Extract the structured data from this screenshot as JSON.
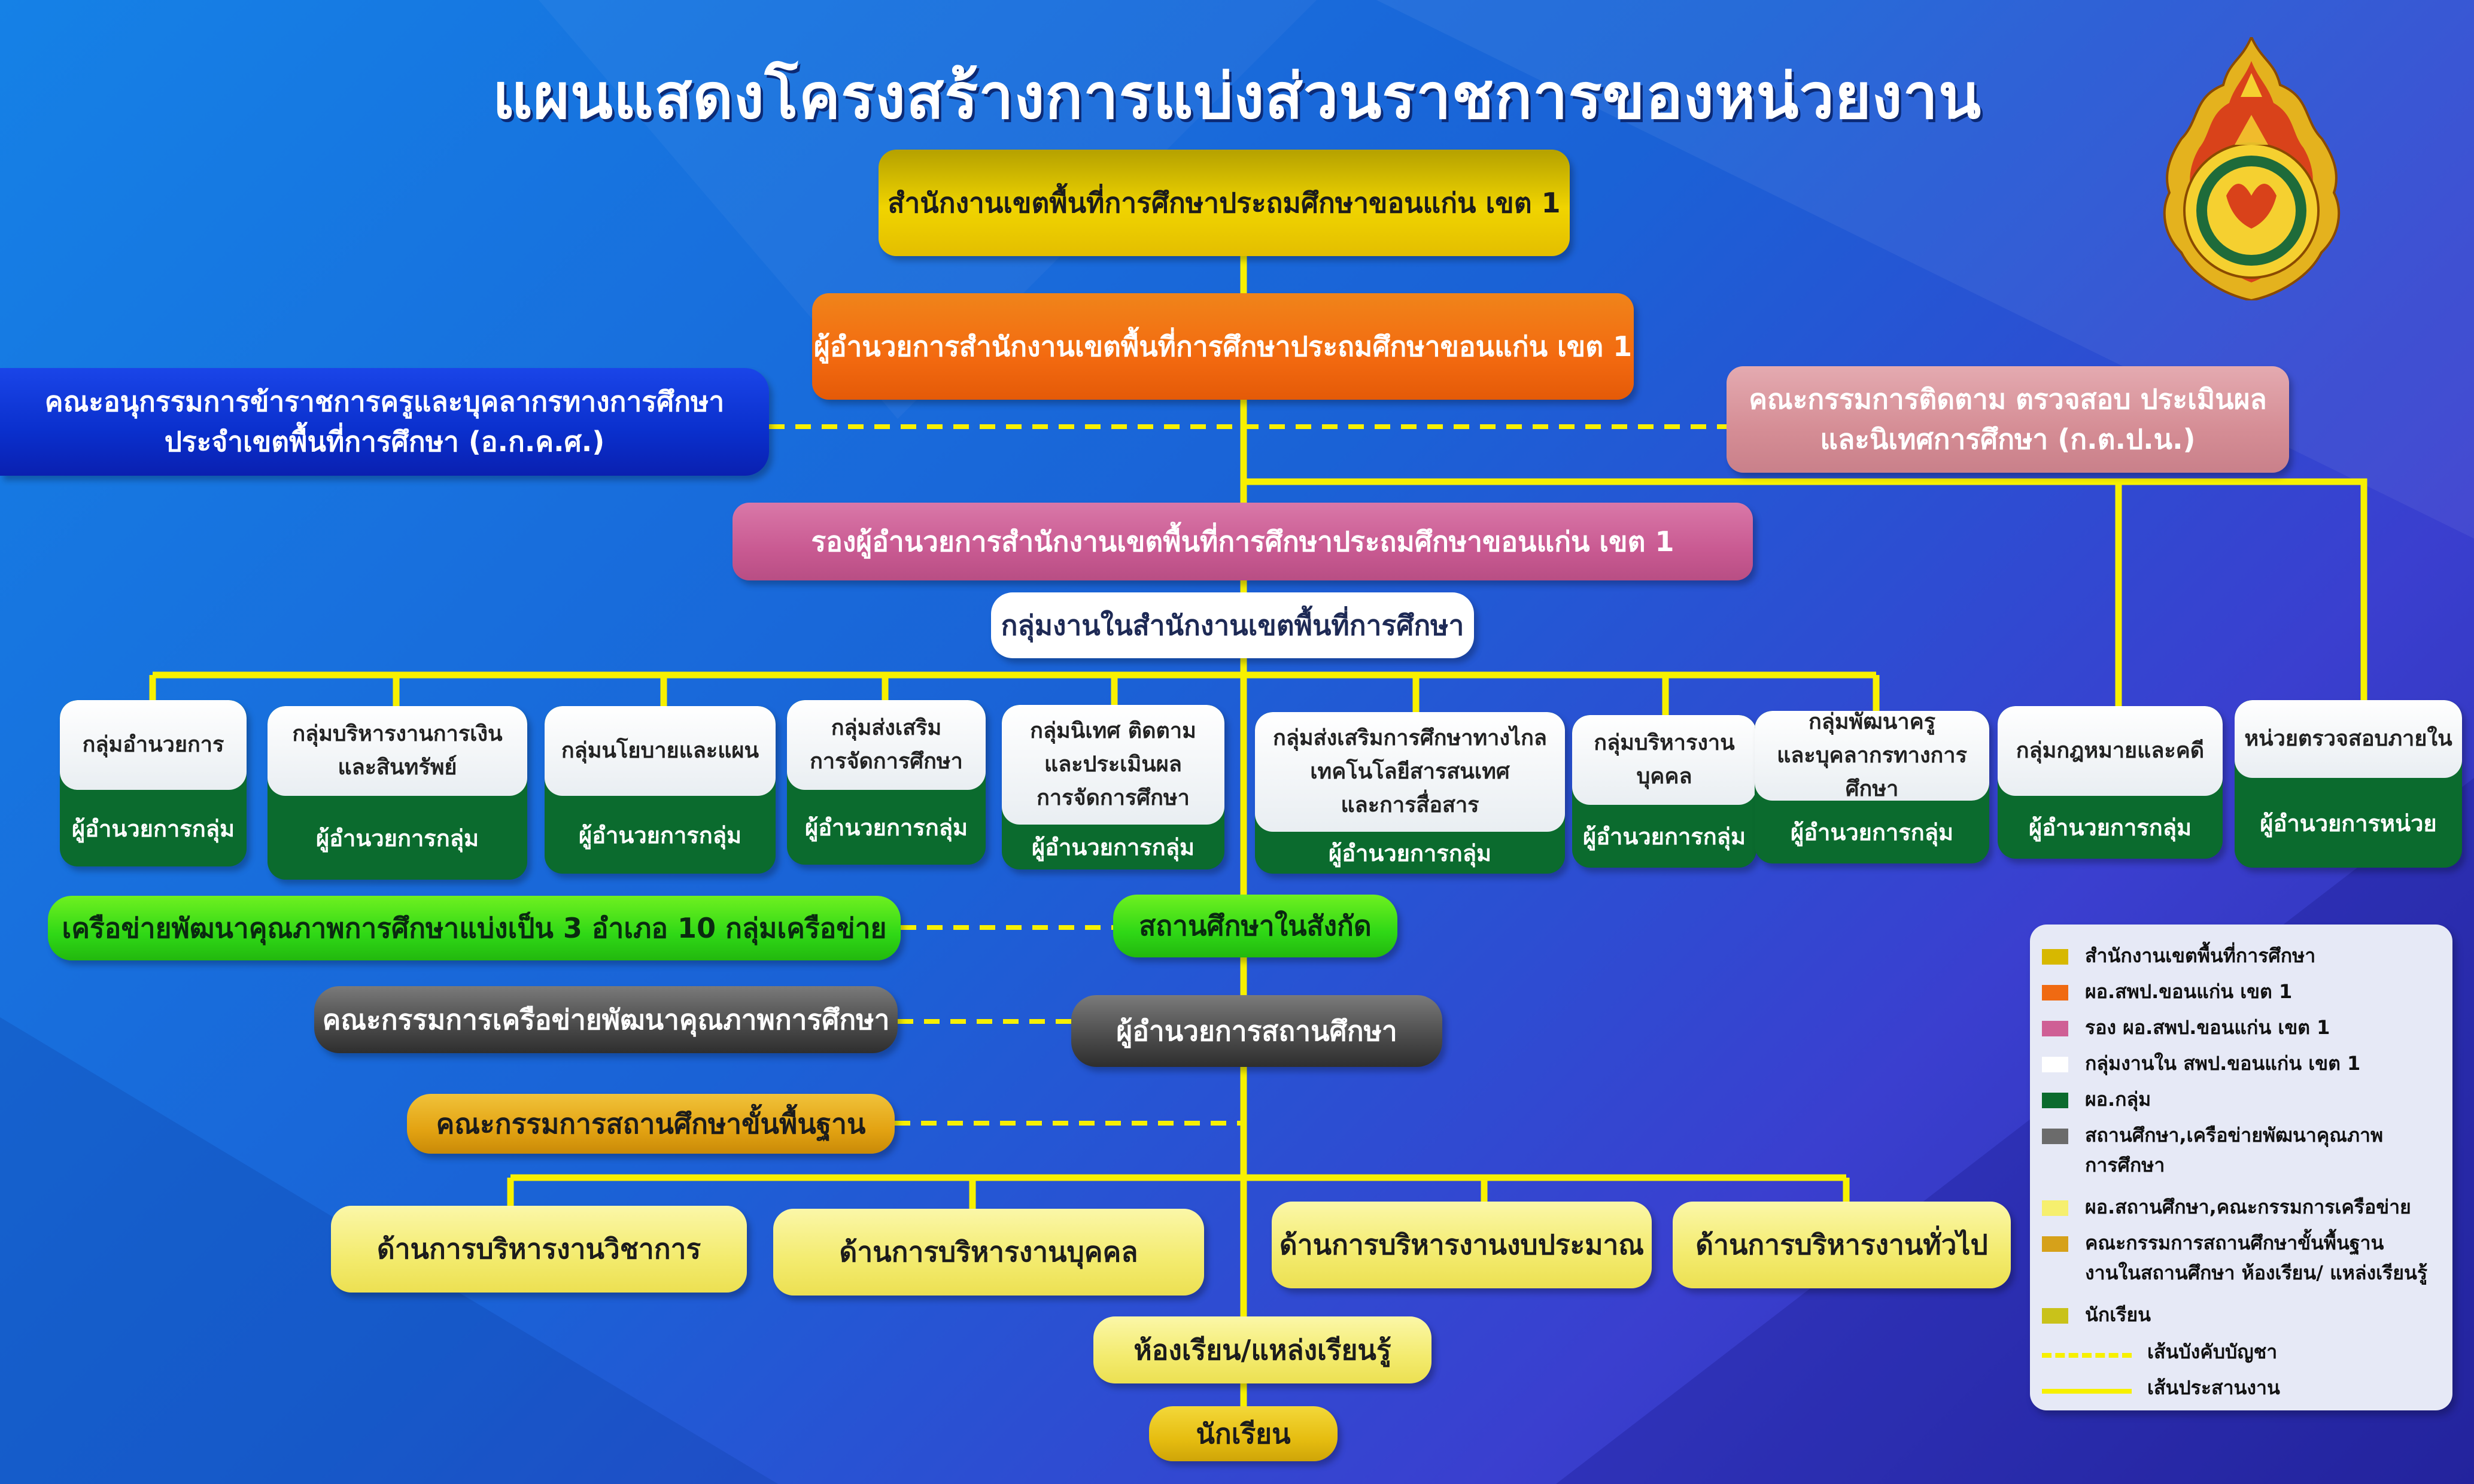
{
  "title": "แผนแสดงโครงสร้างการแบ่งส่วนราชการของหน่วยงาน",
  "office": "สำนักงานเขตพื้นที่การศึกษาประถมศึกษาขอนแก่น เขต 1",
  "director": "ผู้อำนวยการสำนักงานเขตพื้นที่การศึกษาประถมศึกษาขอนแก่น เขต 1",
  "subcommittee": {
    "line1": "คณะอนุกรรมการข้าราชการครูและบุคลากรทางการศึกษา",
    "line2": "ประจำเขตพื้นที่การศึกษา (อ.ก.ค.ศ.)"
  },
  "monitoring_committee": {
    "line1": "คณะกรรมการติดตาม ตรวจสอบ ประเมินผล",
    "line2": "และนิเทศการศึกษา (ก.ต.ป.น.)"
  },
  "deputy_director": "รองผู้อำนวยการสำนักงานเขตพื้นที่การศึกษาประถมศึกษาขอนแก่น เขต 1",
  "work_groups_label": "กลุ่มงานในสำนักงานเขตพื้นที่การศึกษา",
  "groups": [
    {
      "name": [
        "กลุ่มอำนวยการ"
      ],
      "head": "ผู้อำนวยการกลุ่ม"
    },
    {
      "name": [
        "กลุ่มบริหารงานการเงิน",
        "และสินทรัพย์"
      ],
      "head": "ผู้อำนวยการกลุ่ม"
    },
    {
      "name": [
        "กลุ่มนโยบายและแผน"
      ],
      "head": "ผู้อำนวยการกลุ่ม"
    },
    {
      "name": [
        "กลุ่มส่งเสริม",
        "การจัดการศึกษา"
      ],
      "head": "ผู้อำนวยการกลุ่ม"
    },
    {
      "name": [
        "กลุ่มนิเทศ ติดตาม",
        "และประเมินผล",
        "การจัดการศึกษา"
      ],
      "head": "ผู้อำนวยการกลุ่ม"
    },
    {
      "name": [
        "กลุ่มส่งเสริมการศึกษาทางไกล",
        "เทคโนโลยีสารสนเทศ",
        "และการสื่อสาร"
      ],
      "head": "ผู้อำนวยการกลุ่ม"
    },
    {
      "name": [
        "กลุ่มบริหารงาน",
        "บุคคล"
      ],
      "head": "ผู้อำนวยการกลุ่ม"
    },
    {
      "name": [
        "กลุ่มพัฒนาครู",
        "และบุคลากรทางการศึกษา"
      ],
      "head": "ผู้อำนวยการกลุ่ม"
    },
    {
      "name": [
        "กลุ่มกฎหมายและคดี"
      ],
      "head": "ผู้อำนวยการกลุ่ม"
    },
    {
      "name": [
        "หน่วยตรวจสอบภายใน"
      ],
      "head": "ผู้อำนวยการหน่วย"
    }
  ],
  "network": "เครือข่ายพัฒนาคุณภาพการศึกษาแบ่งเป็น 3 อำเภอ 10 กลุ่มเครือข่าย",
  "schools": "สถานศึกษาในสังกัด",
  "network_committee": "คณะกรรมการเครือข่ายพัฒนาคุณภาพการศึกษา",
  "school_director": "ผู้อำนวยการสถานศึกษา",
  "basic_committee": "คณะกรรมการสถานศึกษาขั้นพื้นฐาน",
  "admin_areas": [
    "ด้านการบริหารงานวิชาการ",
    "ด้านการบริหารงานบุคคล",
    "ด้านการบริหารงานงบประมาณ",
    "ด้านการบริหารงานทั่วไป"
  ],
  "classroom": "ห้องเรียน/แหล่งเรียนรู้",
  "students": "นักเรียน",
  "legend": [
    {
      "color": "#d7b800",
      "label": [
        "สำนักงานเขตพื้นที่การศึกษา"
      ]
    },
    {
      "color": "#f06a12",
      "label": [
        "ผอ.สพป.ขอนแก่น เขต 1"
      ]
    },
    {
      "color": "#cf5f95",
      "label": [
        "รอง ผอ.สพป.ขอนแก่น เขต 1"
      ]
    },
    {
      "color": "#ffffff",
      "label": [
        "กลุ่มงานใน สพป.ขอนแก่น เขต 1"
      ]
    },
    {
      "color": "#0b6b2e",
      "label": [
        "ผอ.กลุ่ม"
      ]
    },
    {
      "color": "#6b6b6b",
      "label": [
        "สถานศึกษา,เครือข่ายพัฒนาคุณภาพ",
        "การศึกษา"
      ]
    },
    {
      "color": "#f6ef6e",
      "label": [
        "ผอ.สถานศึกษา,คณะกรรมการเครือข่าย"
      ]
    },
    {
      "color": "#d6a11a",
      "label": [
        "คณะกรรมการสถานศึกษาขั้นพื้นฐาน",
        "งานในสถานศึกษา ห้องเรียน/ แหล่งเรียนรู้"
      ]
    },
    {
      "color": "#c9c21a",
      "label": [
        "นักเรียน"
      ]
    }
  ],
  "legend_lines": {
    "dashed": "เส้นบังคับบัญชา",
    "solid": "เส้นประสานงาน"
  },
  "colors": {
    "line": "#f7f000",
    "background": "#1a6fde"
  }
}
